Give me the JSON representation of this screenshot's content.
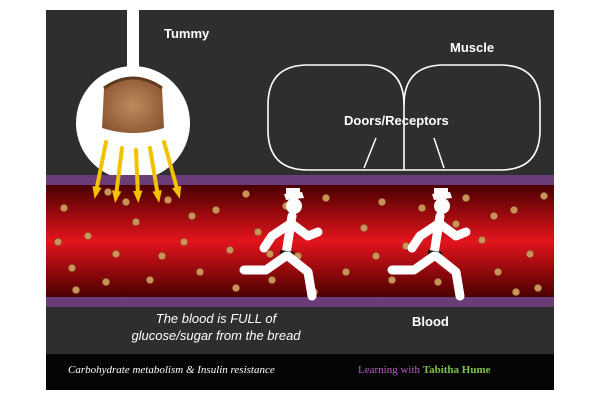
{
  "labels": {
    "tummy": "Tummy",
    "muscle": "Muscle",
    "doors": "Doors/Receptors",
    "blood": "Blood"
  },
  "caption": {
    "line1": "The blood is FULL of",
    "line2": "glucose/sugar from the bread"
  },
  "footer": {
    "left": "Carbohydrate metabolism & Insulin resistance",
    "right_prefix": "Learning with",
    "right_name": "Tabitha Hume"
  },
  "colors": {
    "background": "#2e2e2e",
    "blood_center": "#e3141c",
    "blood_edge": "#4a0000",
    "vessel_wall": "#6b3d78",
    "glucose": "#c9935a",
    "arrow": "#f2c200",
    "footer_bg": "#050505",
    "brand_purple": "#b85cc4",
    "brand_green": "#7fc24a"
  },
  "icons": [
    "bread-icon",
    "arrow-icon",
    "glucose-dot-icon",
    "running-man-icon",
    "receptor-door-icon"
  ]
}
